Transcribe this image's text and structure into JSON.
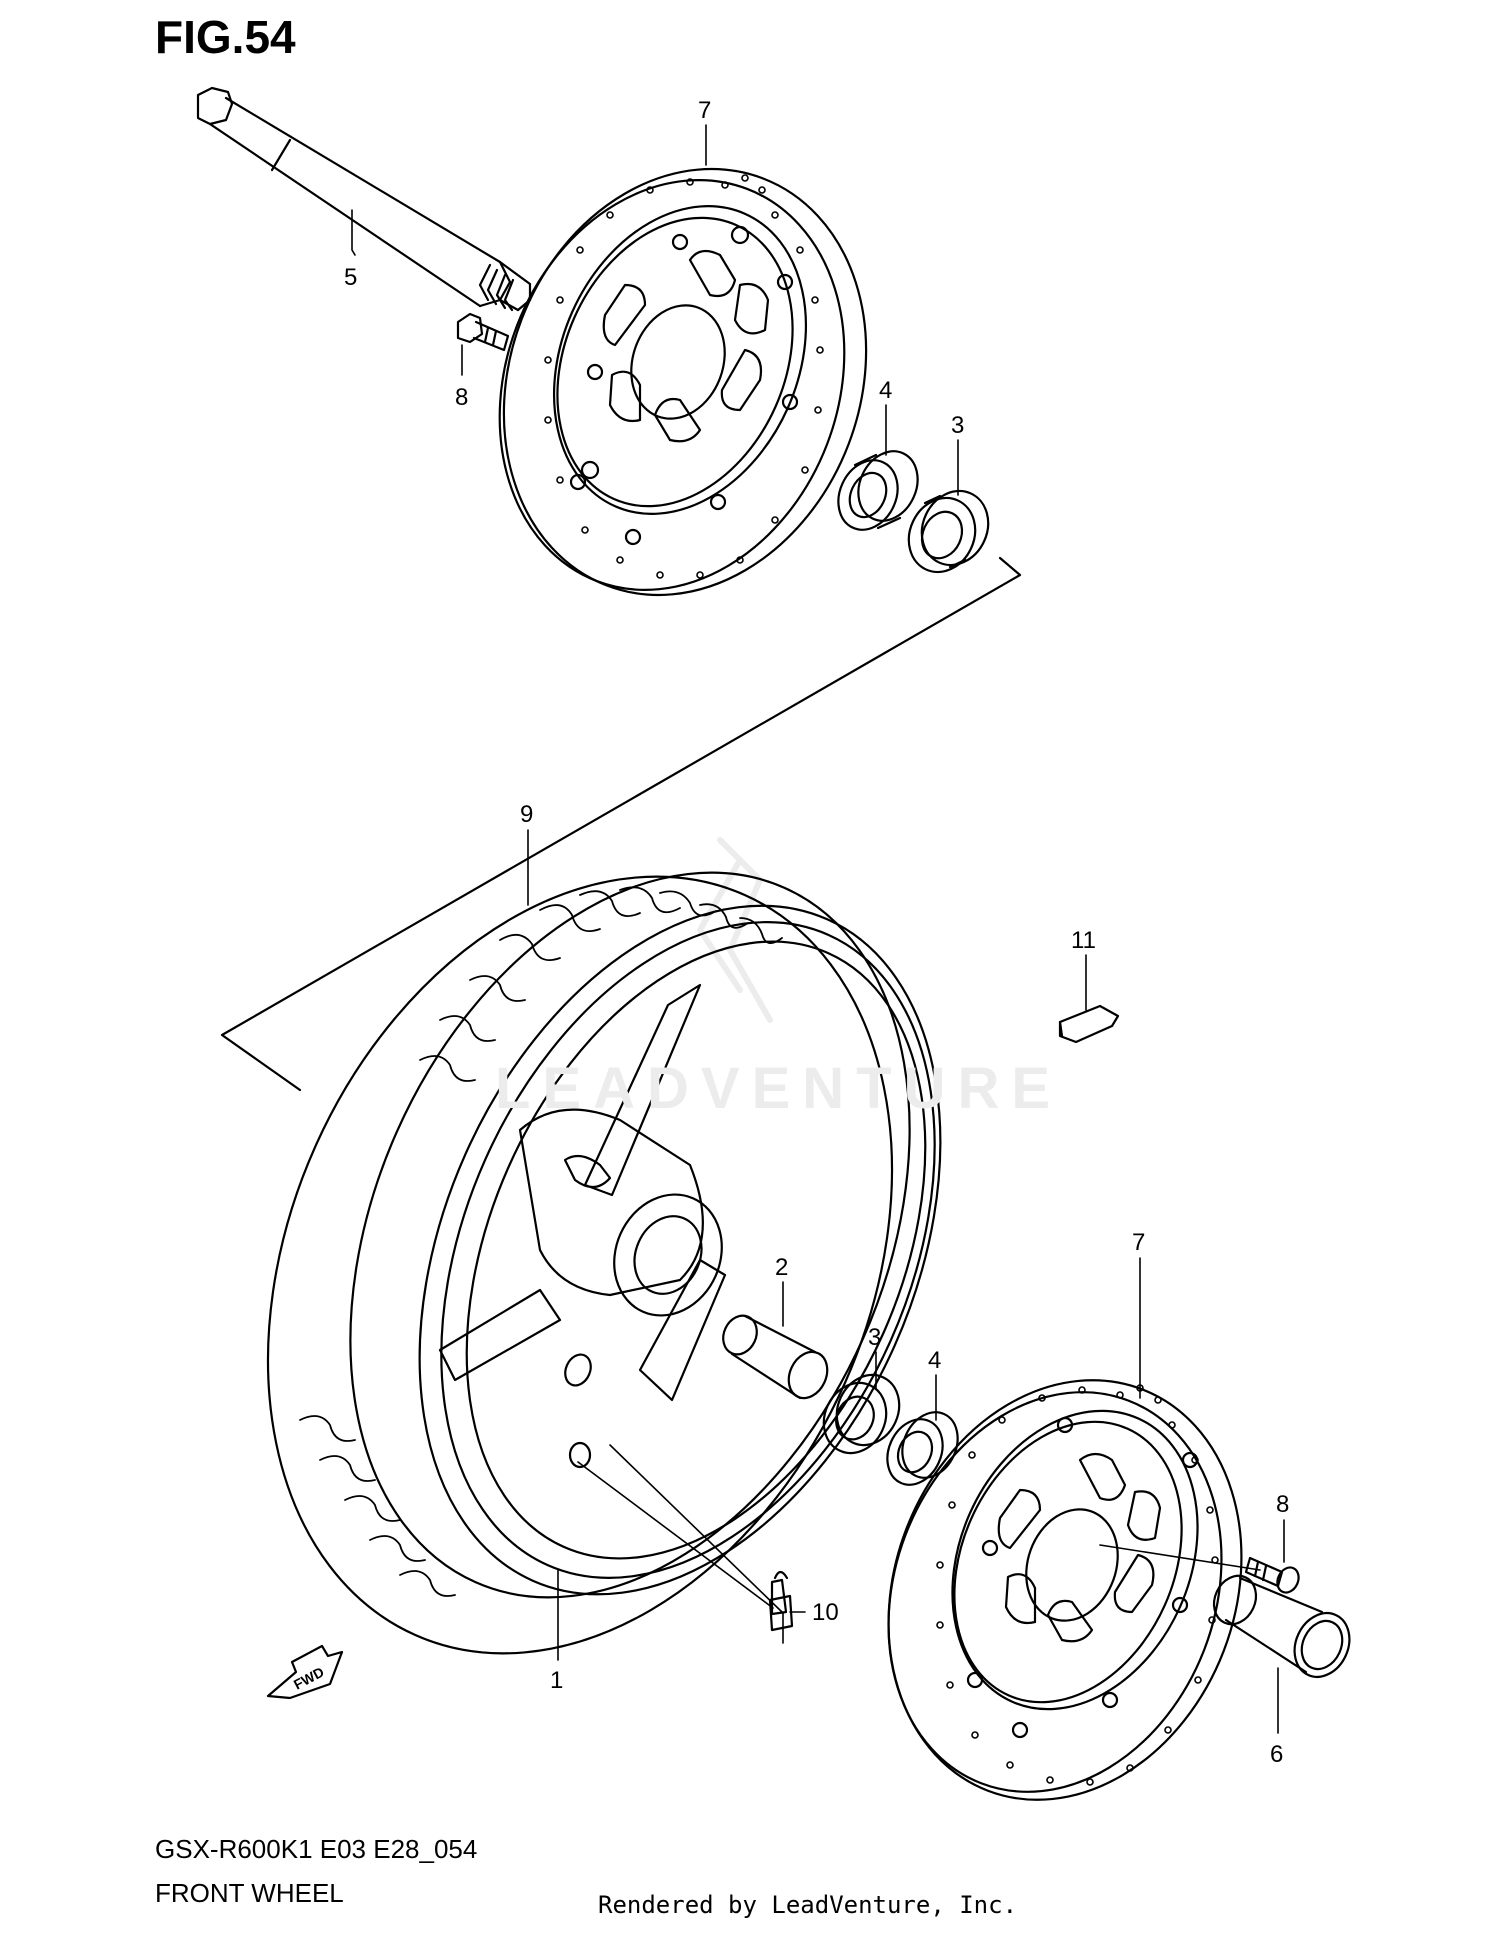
{
  "figure": {
    "title": "FIG.54",
    "model": "GSX-R600K1 E03 E28_054",
    "name": "FRONT WHEEL",
    "credit": "Rendered by LeadVenture, Inc.",
    "watermark": "LEADVENTURE",
    "fwd_label": "FWD"
  },
  "callouts": [
    {
      "id": "c1",
      "label": "1"
    },
    {
      "id": "c2",
      "label": "2"
    },
    {
      "id": "c3a",
      "label": "3"
    },
    {
      "id": "c3b",
      "label": "3"
    },
    {
      "id": "c4a",
      "label": "4"
    },
    {
      "id": "c4b",
      "label": "4"
    },
    {
      "id": "c5",
      "label": "5"
    },
    {
      "id": "c6",
      "label": "6"
    },
    {
      "id": "c7a",
      "label": "7"
    },
    {
      "id": "c7b",
      "label": "7"
    },
    {
      "id": "c8a",
      "label": "8"
    },
    {
      "id": "c8b",
      "label": "8"
    },
    {
      "id": "c9",
      "label": "9"
    },
    {
      "id": "c10",
      "label": "10"
    },
    {
      "id": "c11",
      "label": "11"
    }
  ],
  "colors": {
    "line": "#000000",
    "background": "#ffffff",
    "watermark": "#ececec"
  }
}
